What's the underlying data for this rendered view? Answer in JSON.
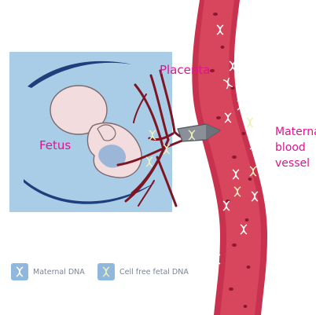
{
  "labels": {
    "placenta": "Placenta",
    "fetus": "Fetus",
    "vessel": [
      "Maternal",
      "blood",
      "vessel"
    ]
  },
  "legend": {
    "maternal_dna": "Maternal DNA",
    "fetal_dna": "Cell free fetal DNA"
  },
  "colors": {
    "womb_background": "#a9cde6",
    "uterus_arc": "#1f3e7c",
    "fetus_skin": "#f3dcdd",
    "vessel": "#c8324f",
    "vessel_inner": "#d7465d",
    "placenta_vessels": "#7d1522",
    "label_pink": "#e0138c",
    "maternal_dna_icon": "#ffffff",
    "fetal_dna_icon": "#eef0b8",
    "legend_box": "#8fb8dc"
  }
}
